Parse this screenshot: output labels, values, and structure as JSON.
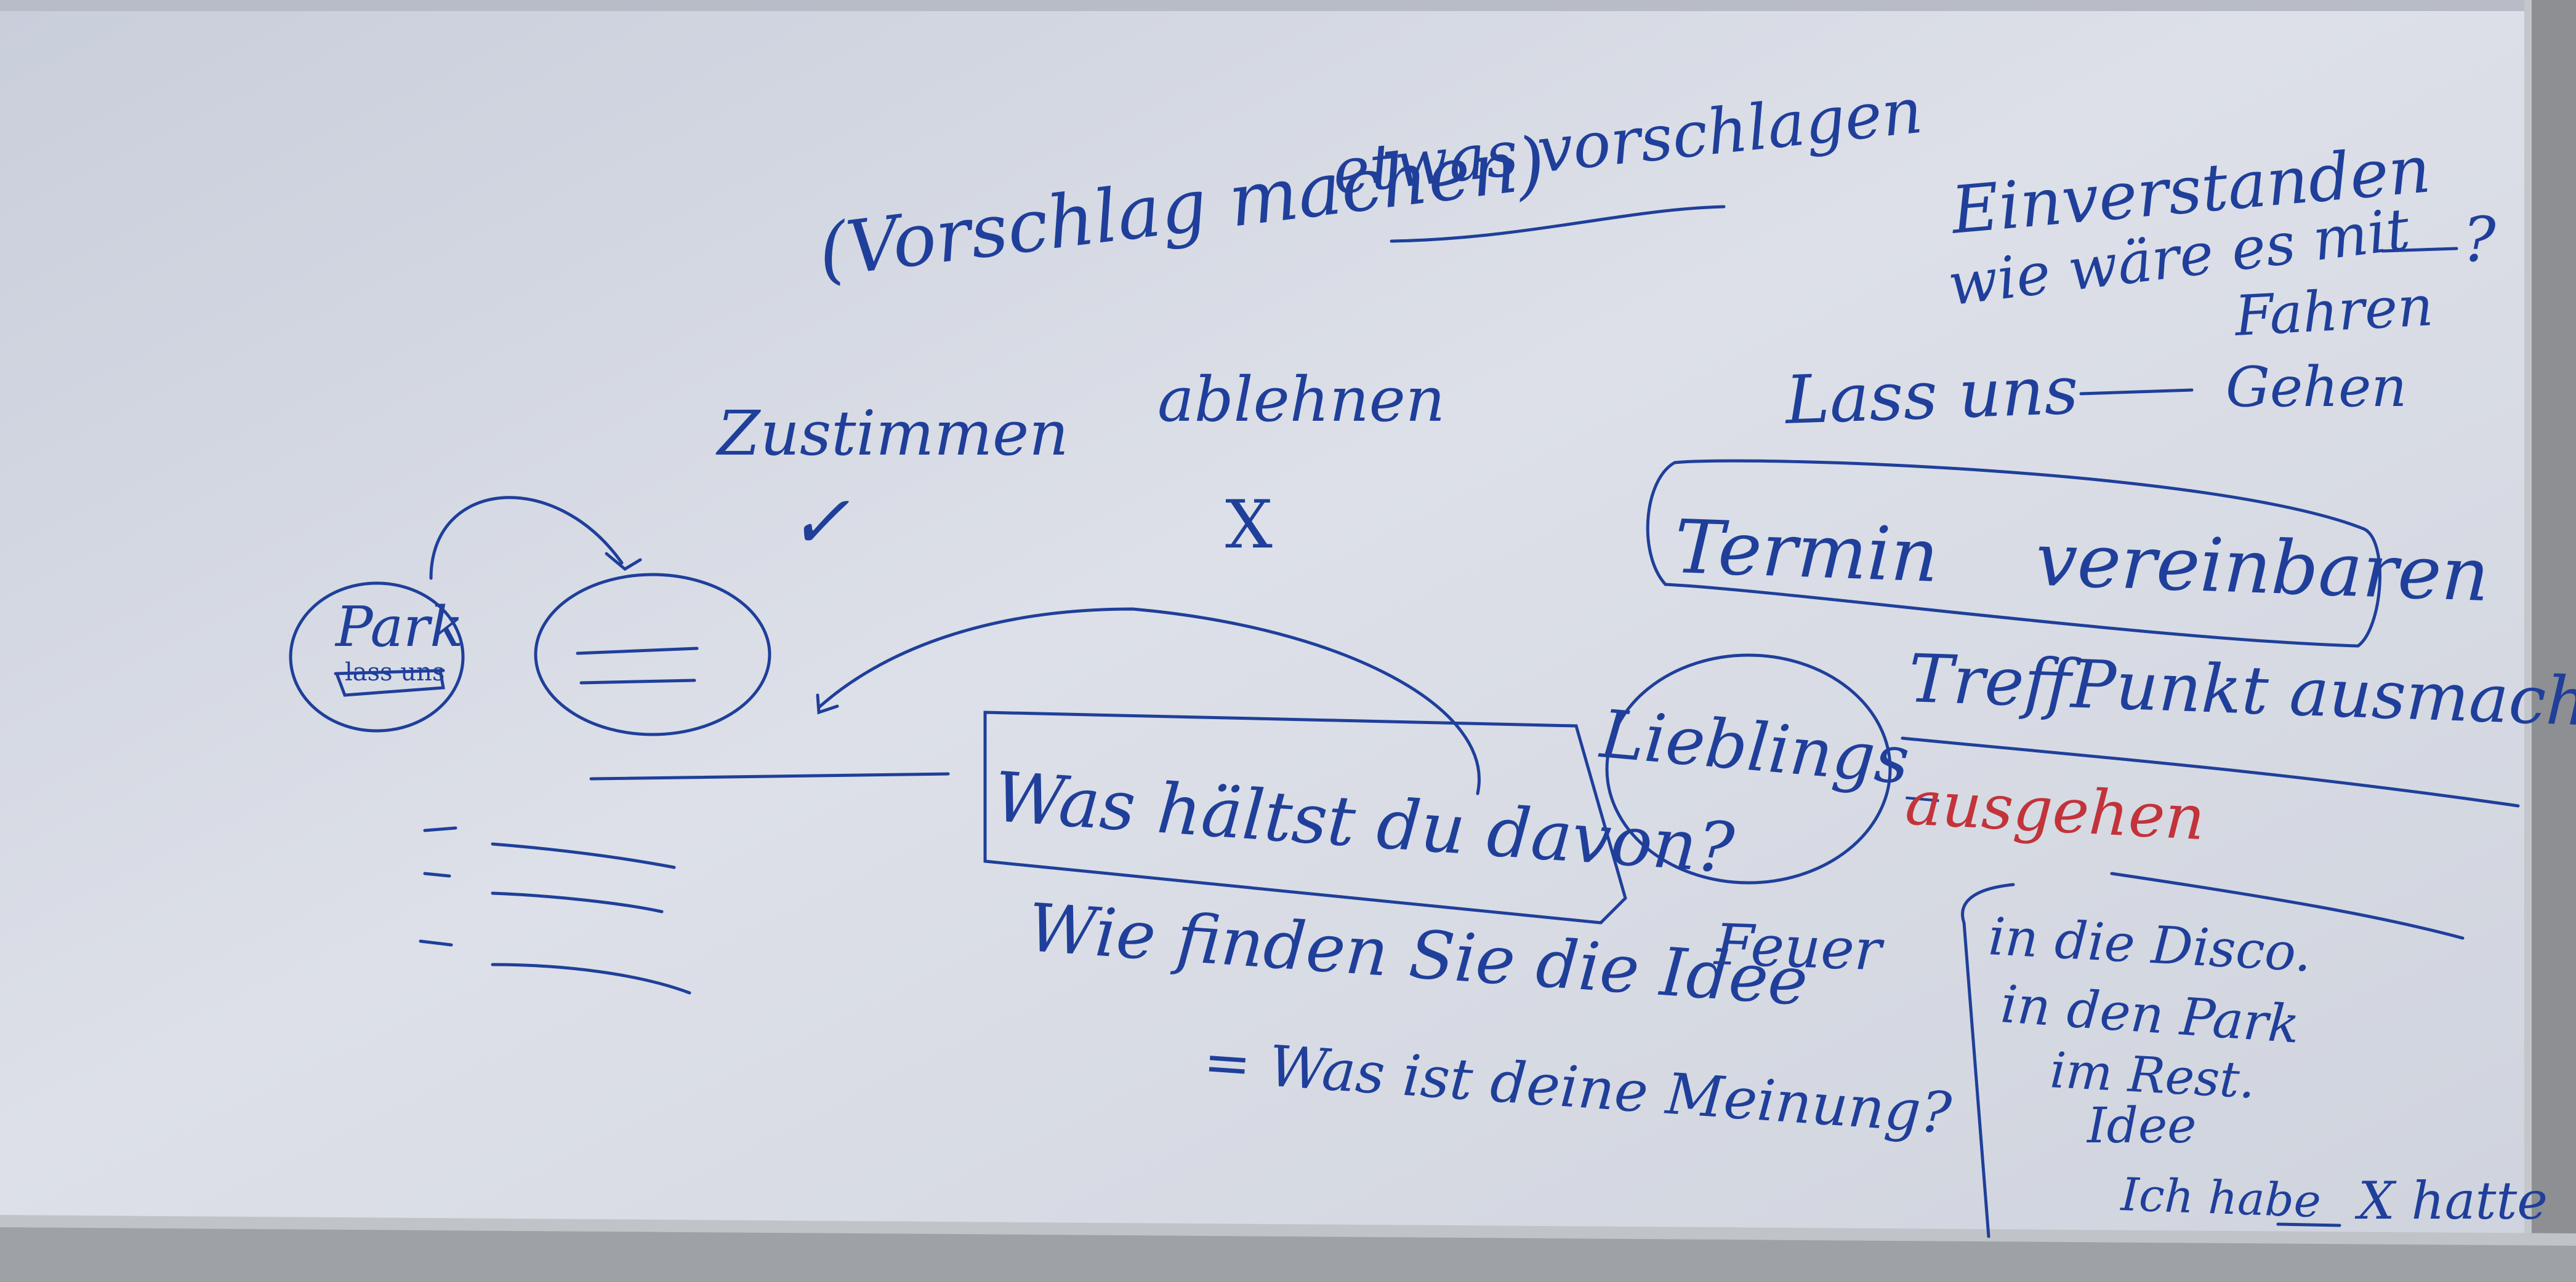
{
  "scene": {
    "description_free": true,
    "ink_blue": "#1f3f9a",
    "ink_red": "#c2333a",
    "board_color": "#d7dbe5"
  },
  "writing": {
    "vorschlag_machen": "(Vorschlag machen)",
    "etwas_vorschlagen": "etwas vorschlagen",
    "einverstanden": "Einverstanden",
    "wie_waere_es": "wie wäre es mit",
    "wie_waere_suffix": "?",
    "fahren": "Fahren",
    "lass_uns": "Lass uns",
    "gehen": "Gehen",
    "zustimmen": "Zustimmen",
    "ablehnen": "ablehnen",
    "check_mark": "✓",
    "cross_mark": "X",
    "park": "Park",
    "lass_uns_small": "lass uns",
    "termin_vereinbaren": "Termin vereinbaren",
    "treffpunkt": "TreffPunkt ausmachen",
    "lieblings": "Lieblings_",
    "ausgehen": "ausgehen",
    "was_haeltst": "Was hältst du davon?",
    "wie_finden": "Wie finden Sie die Idee",
    "was_ist_meinung": "= Was ist deine Meinung?",
    "feuer": "Feuer",
    "in_die_disco": "in die Disco.",
    "in_den_park": "in den Park",
    "im_rest": "im Rest.",
    "idee": "Idee",
    "ich_habe": "Ich habe",
    "x_hatte": "X hatte"
  }
}
